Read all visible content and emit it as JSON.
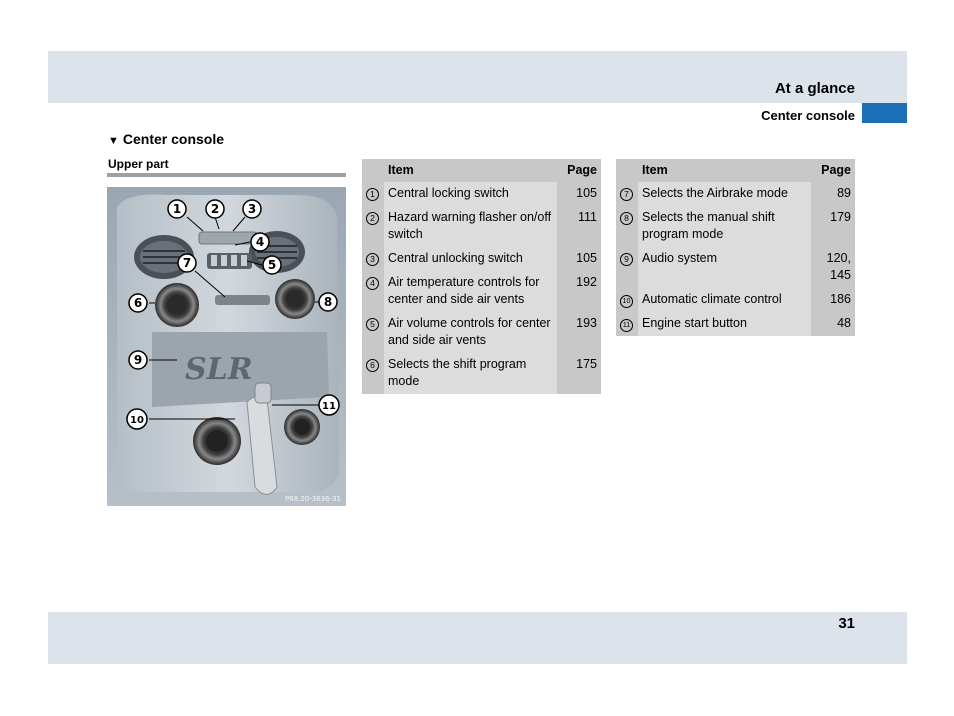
{
  "header": {
    "title": "At a glance",
    "subtitle": "Center console"
  },
  "footer": {
    "page_number": "31"
  },
  "section": {
    "title": "Center console",
    "subheading": "Upper part"
  },
  "figure": {
    "code": "P68.20-3636-31",
    "callouts": [
      "1",
      "2",
      "3",
      "4",
      "5",
      "6",
      "7",
      "8",
      "9",
      "10",
      "11"
    ],
    "logo_text": "SLR"
  },
  "table1": {
    "headers": {
      "item": "Item",
      "page": "Page"
    },
    "rows": [
      {
        "num": "1",
        "item": "Central locking switch",
        "page": "105"
      },
      {
        "num": "2",
        "item": "Hazard warning flasher on/off switch",
        "page": "111"
      },
      {
        "num": "3",
        "item": "Central unlocking switch",
        "page": "105"
      },
      {
        "num": "4",
        "item": "Air temperature controls for center and side air vents",
        "page": "192"
      },
      {
        "num": "5",
        "item": "Air volume controls for center and side air vents",
        "page": "193"
      },
      {
        "num": "6",
        "item": "Selects the shift program mode",
        "page": "175"
      }
    ]
  },
  "table2": {
    "headers": {
      "item": "Item",
      "page": "Page"
    },
    "rows": [
      {
        "num": "7",
        "item": "Selects the Airbrake mode",
        "page": "89"
      },
      {
        "num": "8",
        "item": "Selects the manual shift program mode",
        "page": "179"
      },
      {
        "num": "9",
        "item": "Audio system",
        "page": "120, 145"
      },
      {
        "num": "10",
        "item": "Automatic climate control",
        "page": "186"
      },
      {
        "num": "11",
        "item": "Engine start button",
        "page": "48"
      }
    ]
  },
  "colors": {
    "band": "#dde3ea",
    "accent_tab": "#1a6fb6",
    "table_dark": "#c8c8c8",
    "table_light": "#dcdcdc"
  }
}
